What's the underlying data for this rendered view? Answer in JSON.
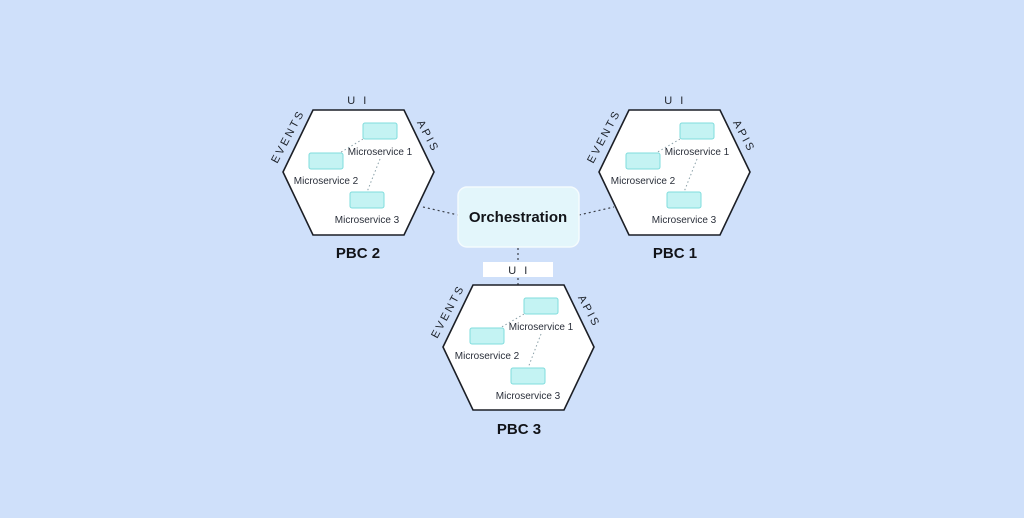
{
  "orchestration": {
    "label": "Orchestration"
  },
  "pbcs": [
    {
      "name": "PBC 2",
      "top_label": "U I",
      "left_label": "EVENTS",
      "right_label": "APIS",
      "services": [
        "Microservice 1",
        "Microservice 2",
        "Microservice 3"
      ]
    },
    {
      "name": "PBC 1",
      "top_label": "U I",
      "left_label": "EVENTS",
      "right_label": "APIS",
      "services": [
        "Microservice 1",
        "Microservice 2",
        "Microservice 3"
      ]
    },
    {
      "name": "PBC 3",
      "top_label": "U I",
      "left_label": "EVENTS",
      "right_label": "APIS",
      "services": [
        "Microservice 1",
        "Microservice 2",
        "Microservice 3"
      ]
    }
  ],
  "colors": {
    "background": "#cfe0fa",
    "hexagon_fill": "#ffffff",
    "hexagon_stroke": "#1c1f26",
    "service_box_fill": "#c4f3f3",
    "service_box_stroke": "#7fdcdc",
    "orchestration_fill": "#e3f6fb"
  }
}
